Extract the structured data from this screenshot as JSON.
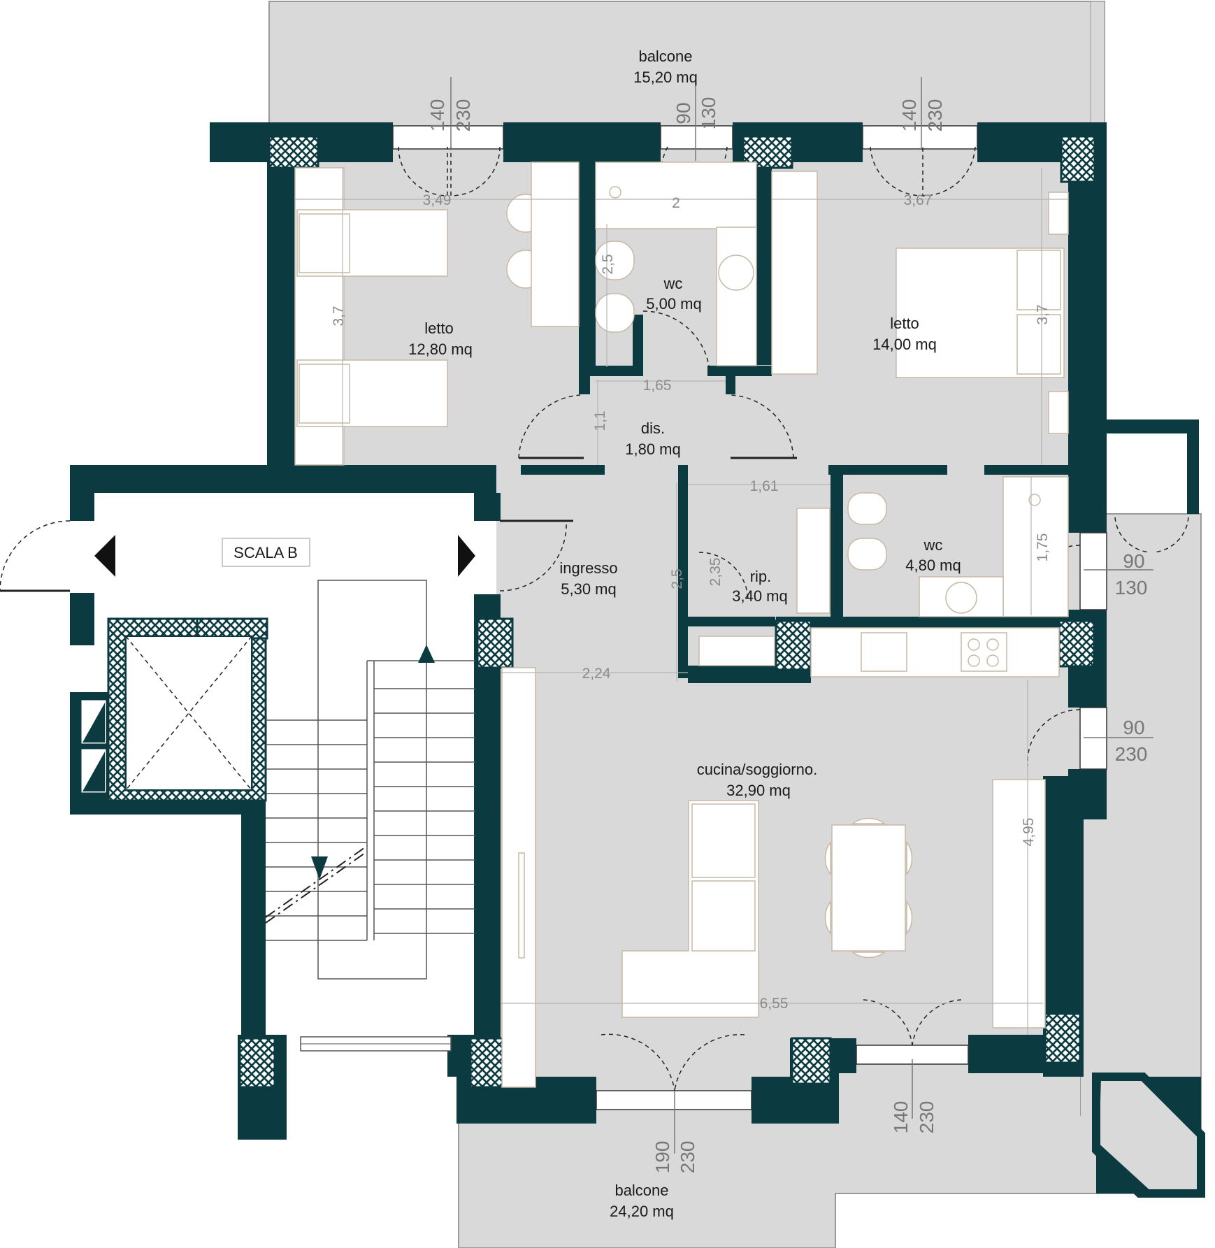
{
  "colors": {
    "wall": "#0b3a41",
    "floor": "#d9d9d9",
    "outside": "#ffffff",
    "furniture_stroke": "#c9b8a6",
    "dimension_text": "#8a8a8a"
  },
  "rooms": {
    "balcone_top": {
      "name": "balcone",
      "area": "15,20 mq"
    },
    "letto_left": {
      "name": "letto",
      "area": "12,80 mq"
    },
    "wc_top": {
      "name": "wc",
      "area": "5,00 mq"
    },
    "letto_right": {
      "name": "letto",
      "area": "14,00 mq"
    },
    "dis": {
      "name": "dis.",
      "area": "1,80 mq"
    },
    "ingresso": {
      "name": "ingresso",
      "area": "5,30 mq"
    },
    "rip": {
      "name": "rip.",
      "area": "3,40 mq"
    },
    "wc_right": {
      "name": "wc",
      "area": "4,80 mq"
    },
    "cucina": {
      "name": "cucina/soggiorno.",
      "area": "32,90 mq"
    },
    "balcone_bottom": {
      "name": "balcone",
      "area": "24,20 mq"
    }
  },
  "stair": {
    "label": "SCALA B"
  },
  "dimensions": {
    "letto_left_w": "3,49",
    "wc_top_w": "2",
    "letto_right_w": "3,67",
    "letto_left_h": "3,7",
    "wc_top_h": "2,5",
    "letto_right_h": "3,7",
    "dis_w": "1,65",
    "dis_h": "1,1",
    "rip_w": "1,61",
    "ingresso_h": "2,5",
    "rip_h": "2,35",
    "wc_right_h": "1,75",
    "ingresso_w": "2,24",
    "cucina_h": "4,95",
    "cucina_w": "6,55"
  },
  "windows": {
    "w1": {
      "width": "140",
      "height": "230"
    },
    "w2": {
      "width": "90",
      "height": "130"
    },
    "w3": {
      "width": "140",
      "height": "230"
    },
    "w4": {
      "width": "90",
      "height": "130"
    },
    "w5": {
      "width": "90",
      "height": "230"
    },
    "w6": {
      "width": "140",
      "height": "230"
    },
    "w7": {
      "width": "190",
      "height": "230"
    }
  }
}
